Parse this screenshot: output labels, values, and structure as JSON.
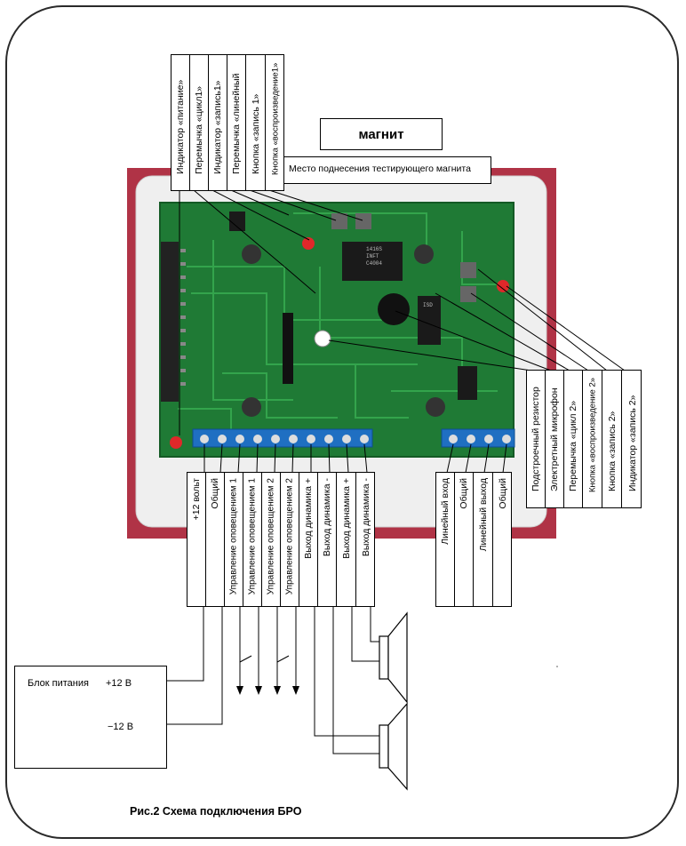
{
  "magnet": {
    "title": "магнит",
    "place_label": "Место поднесения тестирующего магнита"
  },
  "top_labels": [
    "Индикатор «питание»",
    "Перемычка «цикл1»",
    "Индикатор «запись1»",
    "Перемычка «линейный",
    "Кнопка «запись 1»",
    "Кнопка «воспроизведение1»"
  ],
  "right_labels": [
    "Подстроечный резистор",
    "Электретный микрофон",
    "Перемычка «цикл 2»",
    "Кнопка «воспроизведение 2»",
    "Кнопка «запись 2»",
    "Индикатор «запись 2»"
  ],
  "bottom_left_labels": [
    "+12 вольт",
    "Общий",
    "Управление оповещением 1",
    "Управление оповещением 1",
    "Управление оповещением 2",
    "Управление оповещением 2",
    "Выход динамика +",
    "Выход динамика -",
    "Выход динамика +",
    "Выход динамика -"
  ],
  "bottom_right_labels": [
    "Линейный вход",
    "Общий",
    "Линейный выход",
    "Общий"
  ],
  "power_supply": {
    "label": "Блок питания",
    "plus": "+12 В",
    "minus": "−12 В"
  },
  "chip_text": {
    "chip1_line1": "1416S",
    "chip1_line2": "INFT",
    "chip1_line3": "C4004",
    "chip2": "ISD"
  },
  "caption": "Рис.2 Схема подключения БРО",
  "colors": {
    "pcb": "#1f7a35",
    "enclosure": "#efefef",
    "enclosure_back": "#b03346",
    "terminal": "#1f6fc2",
    "led": "#e0282a"
  }
}
